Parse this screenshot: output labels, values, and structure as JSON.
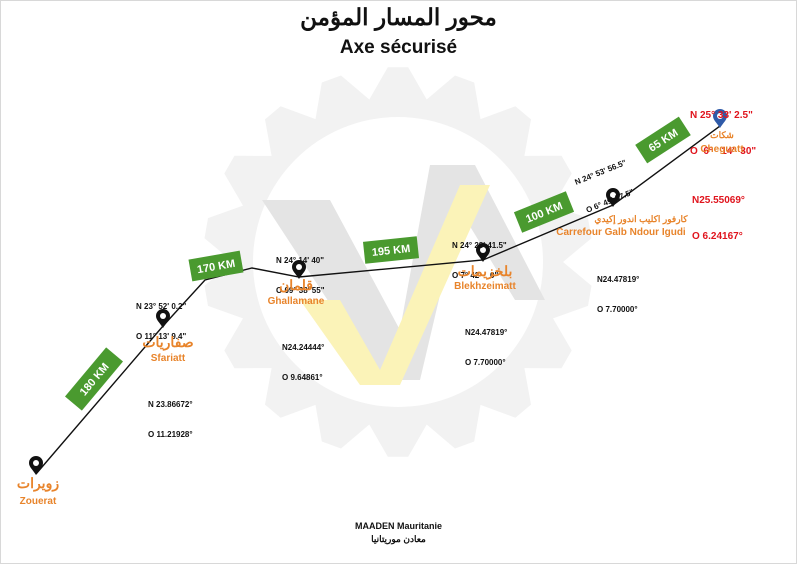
{
  "title_ar": "محور المسار المؤمن",
  "title_fr": "Axe sécurisé",
  "colors": {
    "route_line": "#111111",
    "segment_badge": "#4a9a2f",
    "place_name": "#e8842b",
    "coord_highlight": "#e0141d",
    "pin_default": "#111111",
    "pin_destination": "#2f5aa8",
    "watermark_gear": "#f2f2f2",
    "watermark_logo_dark": "#e4e4e4",
    "watermark_logo_yellow": "#fbf3b8"
  },
  "places": [
    {
      "id": "zouerat",
      "name_ar": "زويرات",
      "name_fr": "Zouerat",
      "coords": []
    },
    {
      "id": "sfariatt",
      "name_ar": "صفاريات",
      "name_fr": "Sfariatt",
      "coords": [
        "N 23° 52' 0.2\"",
        "O 11° 13' 9.4\""
      ],
      "coords_dec": [
        "N 23.86672°",
        "O 11.21928°"
      ]
    },
    {
      "id": "ghallamane",
      "name_ar": "قلمان",
      "name_fr": "Ghallamane",
      "coords": [
        "N 24° 14' 40\"",
        "O 09° 38' 55\""
      ],
      "coords_dec": [
        "N24.24444°",
        "O 9.64861°"
      ]
    },
    {
      "id": "blekhzeimatt",
      "name_ar": "بلخزيمات",
      "name_fr": "Blekhzeimatt",
      "coords": [
        "N 24° 28' 41.5\"",
        "O 7° 42'    0\""
      ],
      "coords_dec": [
        "N24.47819°",
        "O 7.70000°"
      ]
    },
    {
      "id": "carrefour",
      "name_ar": "كارفور اكليب اندور إكيدي",
      "name_fr": "Carrefour Galb Ndour Igudi",
      "coords": [
        "N 24° 53' 56.5\"",
        "O 6° 49' 57.5\""
      ],
      "coords_dec": [
        "N24.47819°",
        "O 7.70000°"
      ]
    },
    {
      "id": "cheguatt",
      "name_ar": "شكات",
      "name_fr": "Cheguatt",
      "coords": [
        "N 25° 33' 2.5\"",
        "O  6°   14'  30\""
      ],
      "coords_dec": [
        "N25.55069°",
        "O 6.24167°"
      ]
    }
  ],
  "segments": [
    {
      "from": "zouerat",
      "to": "sfariatt",
      "distance": "180 KM"
    },
    {
      "from": "sfariatt",
      "to": "ghallamane",
      "distance": "170 KM"
    },
    {
      "from": "ghallamane",
      "to": "blekhzeimatt",
      "distance": "195 KM"
    },
    {
      "from": "blekhzeimatt",
      "to": "carrefour",
      "distance": "100 KM"
    },
    {
      "from": "carrefour",
      "to": "cheguatt",
      "distance": "65 KM"
    }
  ],
  "footer": {
    "company_fr": "MAADEN Mauritanie",
    "company_ar": "معادن موريتانيا"
  }
}
